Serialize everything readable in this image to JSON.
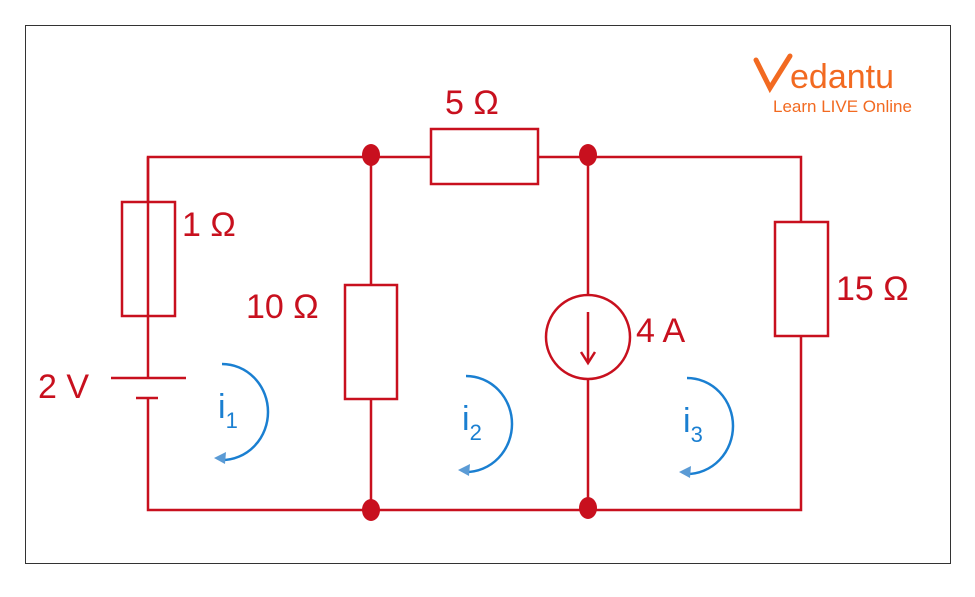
{
  "logo": {
    "brand": "Vedantu",
    "tagline": "Learn LIVE Online",
    "color": "#f26a21"
  },
  "colors": {
    "circuit": "#c8101e",
    "loops": "#1a7fd1"
  },
  "components": {
    "r1": "1 Ω",
    "r10": "10 Ω",
    "r5": "5 Ω",
    "r15": "15 Ω",
    "battery": "2 V",
    "current_source": "4 A"
  },
  "loops": [
    {
      "symbol": "i",
      "index": "1"
    },
    {
      "symbol": "i",
      "index": "2"
    },
    {
      "symbol": "i",
      "index": "3"
    }
  ]
}
